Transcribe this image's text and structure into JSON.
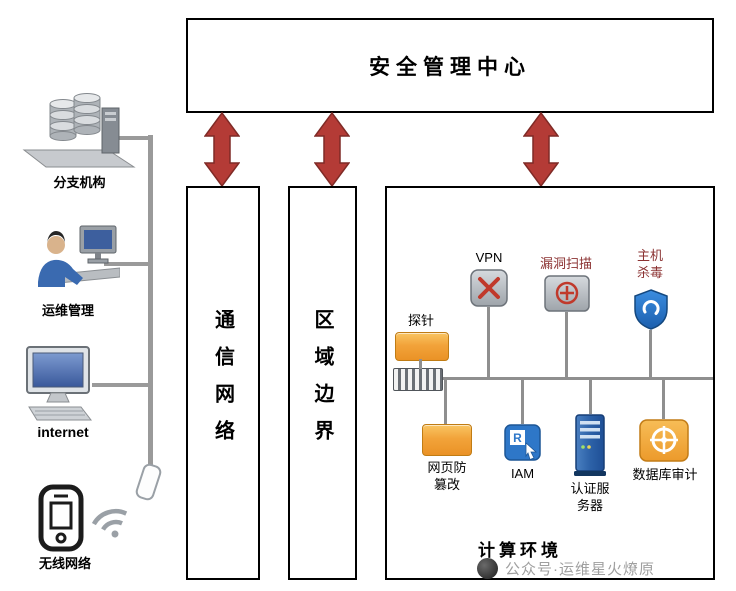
{
  "title": {
    "label": "安全管理中心"
  },
  "zones": {
    "comm": "通信网络",
    "border": "区域边界",
    "compute": "计算环境"
  },
  "left_nodes": [
    {
      "label": "分支机构",
      "icon": "server-cluster-icon"
    },
    {
      "label": "运维管理",
      "icon": "operator-workstation-icon"
    },
    {
      "label": "internet",
      "icon": "desktop-computer-icon"
    },
    {
      "label": "无线网络",
      "icon": "mobile-wifi-icon"
    }
  ],
  "devices": {
    "probe": "探针",
    "vpn": "VPN",
    "scan": "漏洞扫描",
    "antivirus_l1": "主机",
    "antivirus_l2": "杀毒",
    "web_l1": "网页防",
    "web_l2": "篡改",
    "iam": "IAM",
    "iam_letter": "R",
    "auth_l1": "认证服",
    "auth_l2": "务器",
    "audit": "数据库审计"
  },
  "watermark": {
    "text": "公众号·运维星火燎原"
  },
  "colors": {
    "arrow_fill": "#b43b36",
    "arrow_stroke": "#7f2a26",
    "bus_line": "#8f8f8f",
    "left_line": "#9a9a9a",
    "orange_device": "#f2a33a",
    "blue_icon": "#2e77c8",
    "maroon_label": "#8b3232",
    "watermark_gray": "#a0a0a0"
  }
}
